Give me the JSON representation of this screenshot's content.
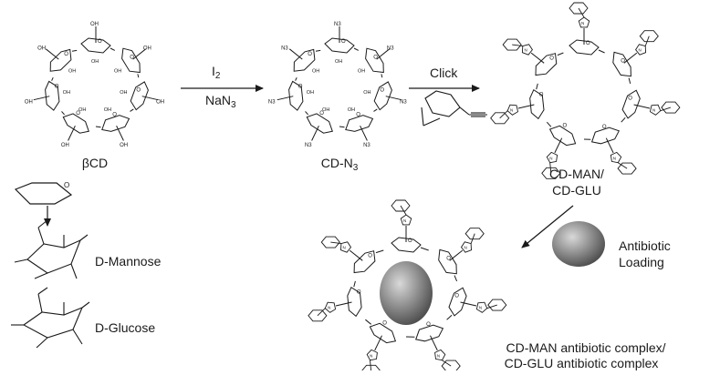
{
  "labels": {
    "bcd": "βCD",
    "reagent_i": "I",
    "reagent_i_sub": "2",
    "reagent_nan": "NaN",
    "reagent_nan_sub": "3",
    "cdn3_main": "CD-N",
    "cdn3_sub": "3",
    "click": "Click",
    "cdman_line1": "CD-MAN/",
    "cdman_line2": "CD-GLU",
    "mannose": "D-Mannose",
    "glucose": "D-Glucose",
    "antibiotic_line1": "Antibiotic",
    "antibiotic_line2": "Loading",
    "complex_line1": "CD-MAN antibiotic complex/",
    "complex_line2": "CD-GLU antibiotic complex"
  },
  "structure_labels": {
    "hydroxyl": "OH",
    "ho": "HO",
    "oxygen": "O",
    "azide": "N3",
    "triazole_n": "N"
  },
  "colors": {
    "line": "#1a1a1a",
    "sphere_light": "#d9d9d9",
    "sphere_dark": "#4a4a4a"
  }
}
